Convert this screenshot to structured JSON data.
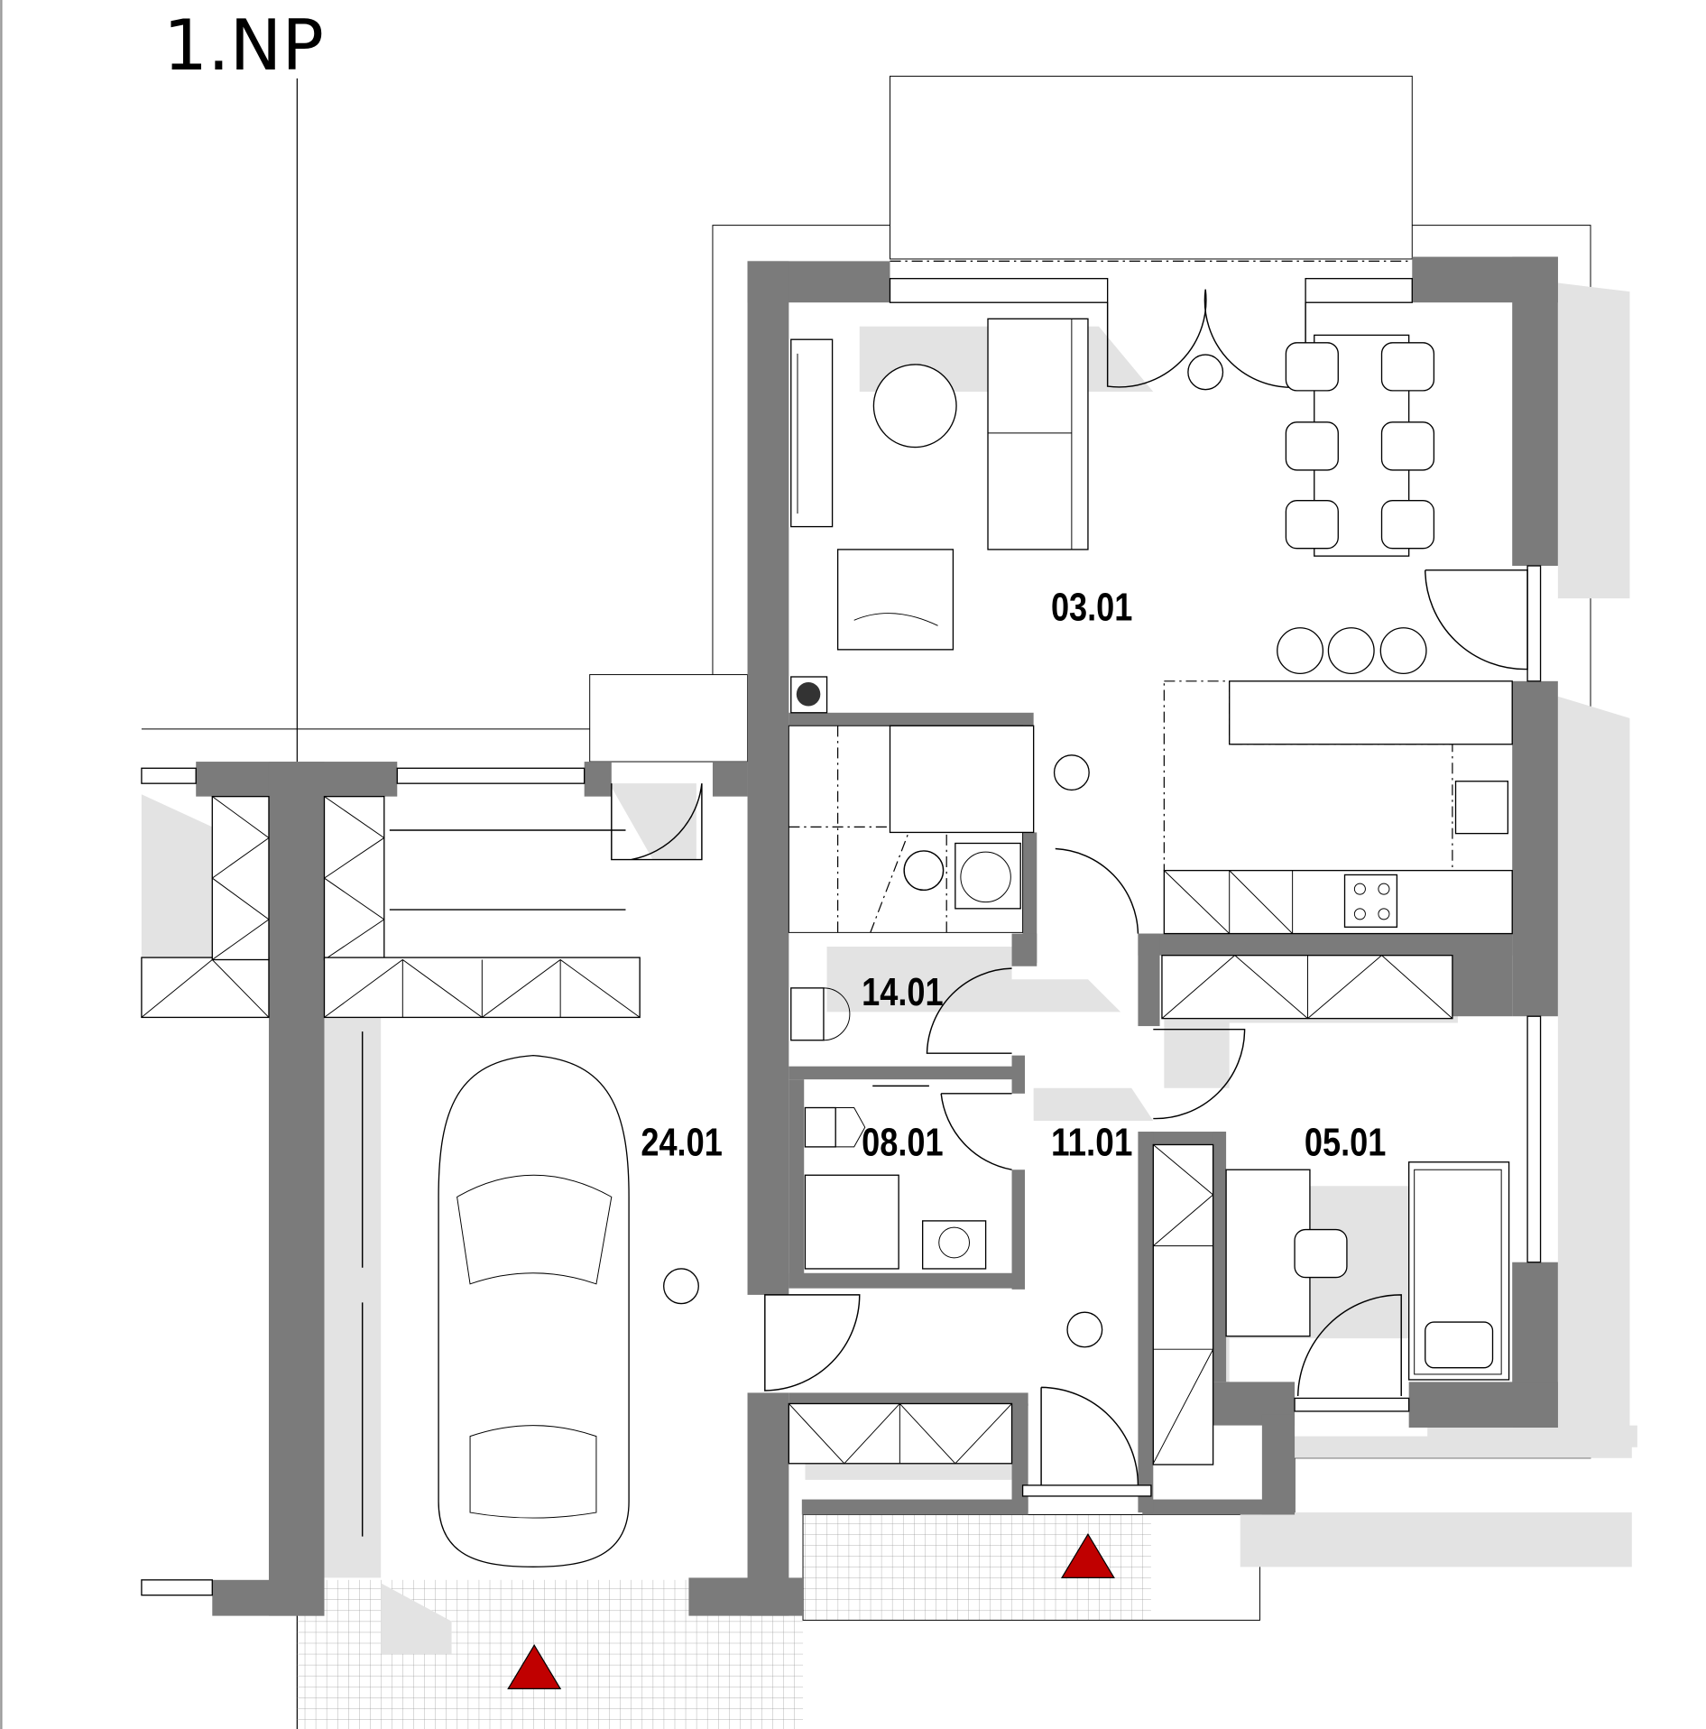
{
  "title": "1.NP",
  "rooms": [
    {
      "id": "03.01"
    },
    {
      "id": "14.01"
    },
    {
      "id": "24.01"
    },
    {
      "id": "08.01"
    },
    {
      "id": "11.01"
    },
    {
      "id": "05.01"
    }
  ],
  "colors": {
    "wall": "#7b7b7b",
    "shadow": "#e3e3e3",
    "entrance_marker": "#c00000"
  },
  "entrance_markers": [
    "entrance-main",
    "entrance-garage"
  ]
}
